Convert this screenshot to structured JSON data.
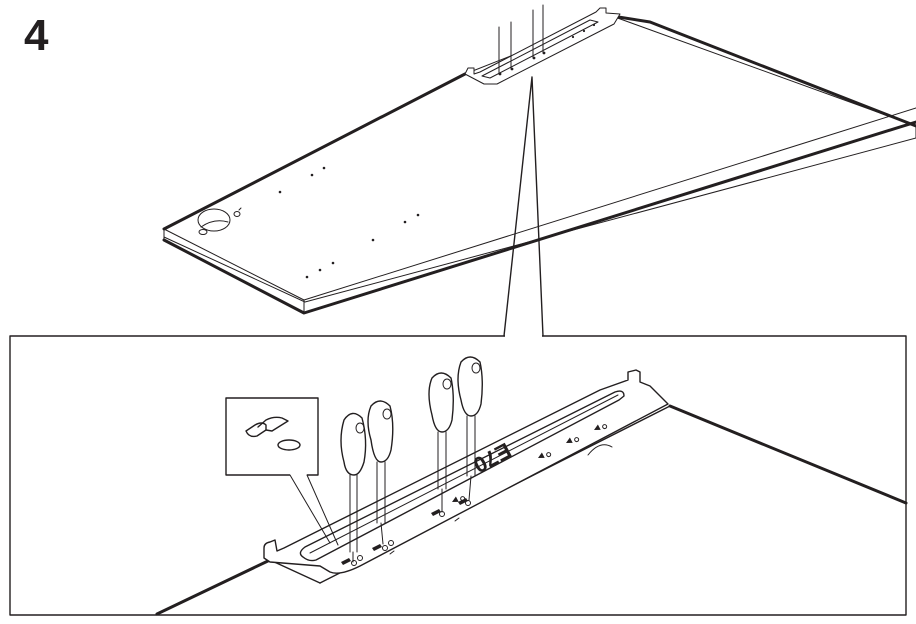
{
  "page": {
    "step_number": "4",
    "background_color": "#ffffff",
    "ink_color": "#231f20"
  },
  "overview": {
    "part": "tabletop-panel",
    "tool_count": 4,
    "tool": "screwdriver",
    "description": "Tabletop panel with metal bracket at far end; four screwdrivers driving screws into bracket"
  },
  "detail": {
    "bracket_label": "E70",
    "inset": {
      "description": "Plastic cap next to hole"
    },
    "screw_markers": [
      "screw-marker",
      "screw-marker",
      "screw-marker",
      "screw-marker"
    ],
    "arrow_markers": [
      "arrow-marker",
      "arrow-marker",
      "arrow-marker",
      "arrow-marker"
    ]
  }
}
